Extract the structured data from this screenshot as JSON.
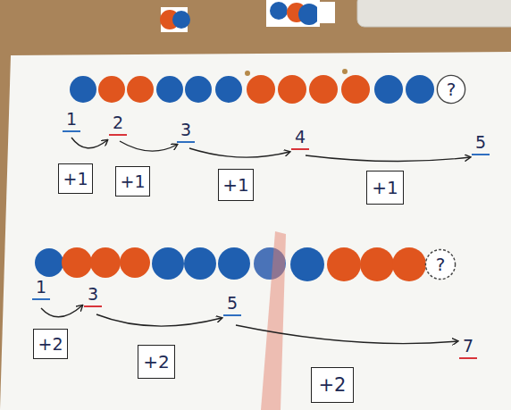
{
  "diagram": {
    "nodes": [
      {
        "text": [
          "?"
        ]
      },
      {
        "text": [
          "+1"
        ]
      },
      {
        "text": [
          "+1"
        ]
      },
      {
        "text": [
          "+1"
        ]
      },
      {
        "text": [
          "+1"
        ]
      },
      {
        "text": [
          "?"
        ]
      },
      {
        "text": [
          "+2"
        ]
      },
      {
        "text": [
          "+2"
        ]
      },
      {
        "text": [
          "+2"
        ]
      }
    ],
    "labels": [
      "1",
      "2",
      "3",
      "4",
      "5",
      "1",
      "3",
      "5",
      "7"
    ]
  }
}
